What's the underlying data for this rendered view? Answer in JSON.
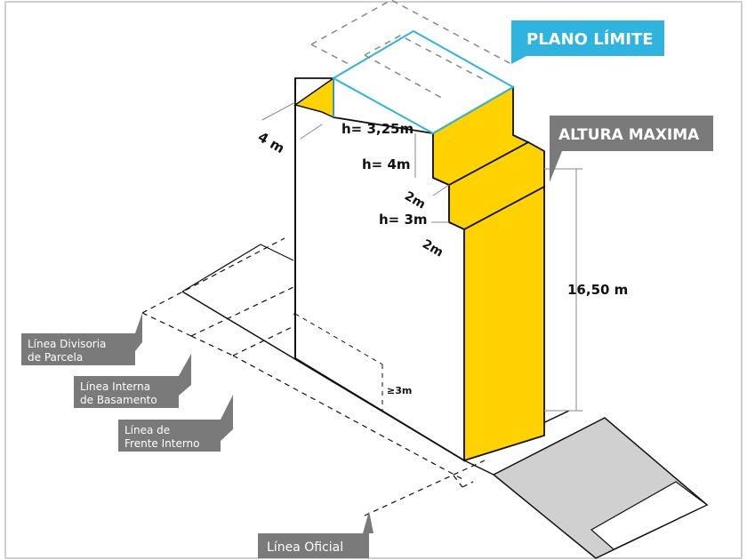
{
  "labels": {
    "plano_limite": "PLANO LÍMITE",
    "altura_maxima": "ALTURA MAXIMA",
    "linea_divisoria": [
      "Línea Divisoria",
      "de Parcela"
    ],
    "linea_interna": [
      "Línea Interna",
      "de Basamento"
    ],
    "linea_frente": [
      "Línea de",
      "Frente Interno"
    ],
    "linea_oficial": "Línea Oficial"
  },
  "dimensions": {
    "setback_top": "4 m",
    "h1": "h= 3,25m",
    "h2": "h= 4m",
    "step1": "2m",
    "h3": "h= 3m",
    "step2": "2m",
    "max_height": "16,50 m",
    "min_front": "≥3m"
  },
  "colors": {
    "accent_yellow": "#FFD200",
    "plane_cyan": "#2EB4DF",
    "label_gray": "#7a7a7a",
    "sidewalk_gray": "#d0d0d0"
  }
}
